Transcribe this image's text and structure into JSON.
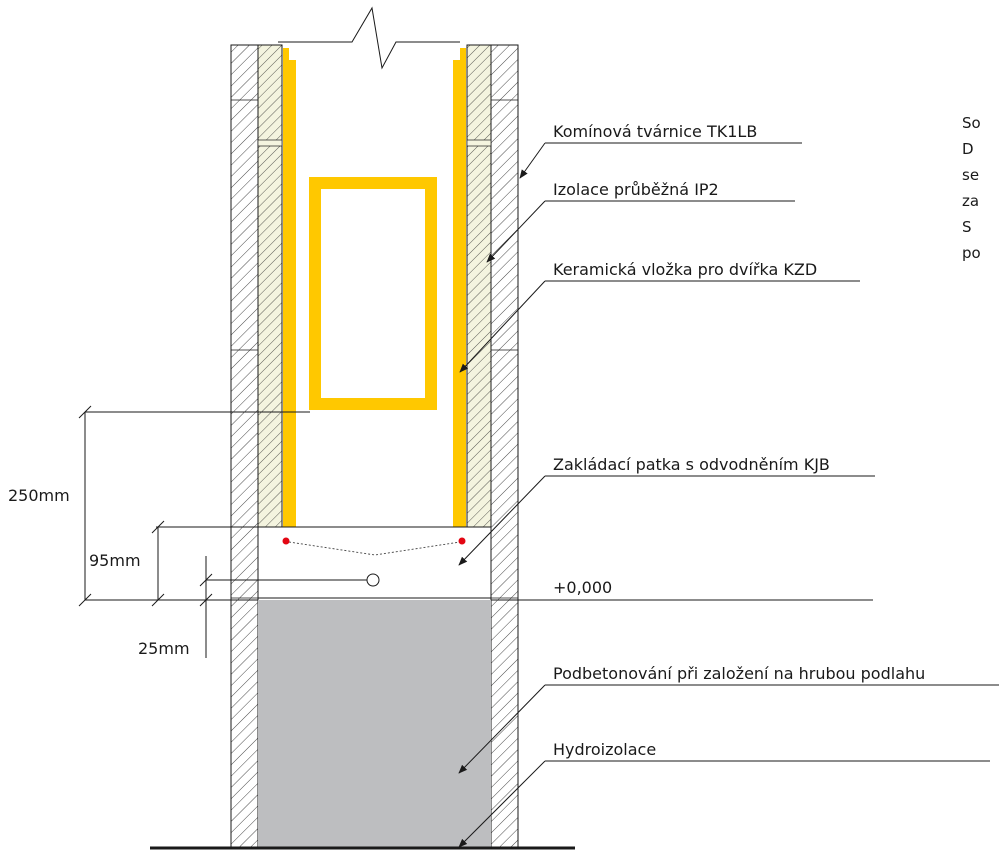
{
  "labels": {
    "block": "Komínová tvárnice TK1LB",
    "insulation": "Izolace průběžná IP2",
    "liner": "Keramická vložka pro dvířka KZD",
    "base": "Zakládací patka s odvodněním KJB",
    "level": "+0,000",
    "concrete": "Podbetonování při založení na hrubou podlahu",
    "waterproof": "Hydroizolace"
  },
  "dimensions": {
    "d250": "250mm",
    "d95": "95mm",
    "d25": "25mm"
  },
  "note_lines": [
    "So",
    "D",
    "se",
    "za",
    "S",
    "po"
  ],
  "colors": {
    "liner": "#FFC800",
    "concrete": "#BDBEC0",
    "insulation": "#F4F4DF",
    "marker": "#E30613"
  }
}
